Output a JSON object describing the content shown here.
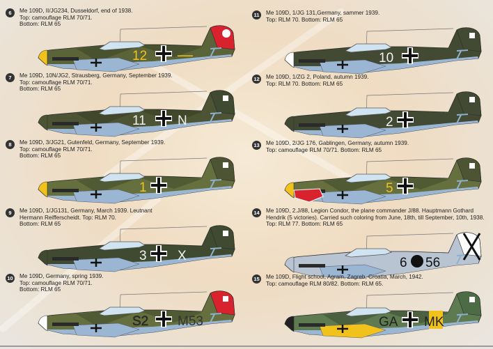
{
  "colors": {
    "rlm70": "#3f4a30",
    "rlm71": "#66703f",
    "rlm65": "#9ab6d2",
    "rlm77": "#b8c4d2",
    "red": "#d8232e",
    "yellow": "#f1c21b",
    "rlm80": "#4d6b45",
    "rlm82": "#6f8f5c"
  },
  "panels": [
    {
      "num": "6",
      "lines": [
        "Me 109D, II/JG234, Dusseldorf,  end of 1938.",
        "Top: camouflage RLM 70/71.",
        "Bottom: RLM 65"
      ],
      "camo": true,
      "top": "#5b6438",
      "nose": "#f1c21b",
      "tail": "#d8232e",
      "left_code": "12",
      "right_code": "—",
      "code_color": "#f1c21b",
      "white_circle": true
    },
    {
      "num": "7",
      "lines": [
        "Me 109D, 10N/JG2, Strausberg, Germany, September 1939.",
        "Top: camouflage RLM 70/71.",
        "Bottom: RLM 65"
      ],
      "camo": true,
      "top": "#4d5433",
      "nose": "#4d5433",
      "tail": "#3f4a30",
      "left_code": "11",
      "right_code": "N",
      "code_color": "#f2f2f2"
    },
    {
      "num": "8",
      "lines": [
        "Me 109D, 3/JG21, Gutenfeld, Germany, September 1939.",
        "Top: camouflage RLM 70/71.",
        "Bottom: RLM 65"
      ],
      "camo": true,
      "top": "#66703f",
      "nose": "#f1c21b",
      "tail": "#4d5433",
      "left_code": "1",
      "right_code": "",
      "code_color": "#f1c21b"
    },
    {
      "num": "9",
      "lines": [
        "Me 109D, 1/JG131, Germany, March 1939. Leutnant",
        "Hermann Reifferscheidt. Top:  RLM 70.",
        "Bottom: RLM 65"
      ],
      "camo": false,
      "top": "#3f4a30",
      "nose": "#3f4a30",
      "tail": "#3f4a30",
      "left_code": "3",
      "right_code": "X",
      "code_color": "#f2f2f2"
    },
    {
      "num": "10",
      "lines": [
        "Me 109D, Germany, spring 1939.",
        "Top: camouflage RLM 70/71.",
        "Bottom: RLM 65"
      ],
      "camo": true,
      "top": "#66703f",
      "nose": "#ffffff",
      "tail": "#d8232e",
      "left_code": "S2",
      "right_code": "M53",
      "code_color": "#333333"
    },
    {
      "num": "11",
      "lines": [
        "Me 109D, 1/JG 131,Germany, sammer 1939.",
        "Top: RLM 70. Bottom: RLM 65"
      ],
      "camo": false,
      "top": "#424a33",
      "nose": "#ffffff",
      "tail": "#424a33",
      "left_code": "10",
      "right_code": "",
      "code_color": "#f2f2f2"
    },
    {
      "num": "12",
      "lines": [
        "Me 109D, 1/ZG 2, Poland, autumn 1939.",
        "Top: RLM 70. Bottom: RLM 65"
      ],
      "camo": false,
      "top": "#424a33",
      "nose": "#424a33",
      "tail": "#424a33",
      "left_code": "2",
      "right_code": "",
      "code_color": "#f2f2f2"
    },
    {
      "num": "13",
      "lines": [
        "Me 109D, 2/JG 176, Gablingen, Germany, autumn 1939.",
        "Top: camouflage RLM 70/71. Bottom: RLM 65"
      ],
      "camo": true,
      "top": "#66703f",
      "nose": "#f1c21b",
      "tail": "#4d5433",
      "left_code": "5",
      "right_code": "",
      "code_color": "#f1c21b",
      "sharkmouth": true
    },
    {
      "num": "14",
      "lines": [
        "Me 109D, 2.J/88, Legion Condor, the plane commander J/88. Hauptmann Gothard",
        "Hendrik (5 victories). Carried such coloring from June, 18th, till September, 10th, 1938.",
        "Top: RLM 77. Bottom: RLM 65"
      ],
      "camo": false,
      "top": "#b8c4d2",
      "nose": "#b8c4d2",
      "tail": "#ffffff",
      "left_code": "6",
      "right_code": "56",
      "code_color": "#111111",
      "condor": true
    },
    {
      "num": "15",
      "lines": [
        "Me 109D, Flight school, Agram, Zagreb, Croatia, March, 1942.",
        "Top: camouflage RLM 80/82. Bottom: RLM 65."
      ],
      "camo": true,
      "top": "#5d7a50",
      "nose": "#222222",
      "tail": "#4d6b45",
      "left_code": "GA",
      "right_code": "MK",
      "code_color": "#222222",
      "yellow_band": true
    }
  ]
}
